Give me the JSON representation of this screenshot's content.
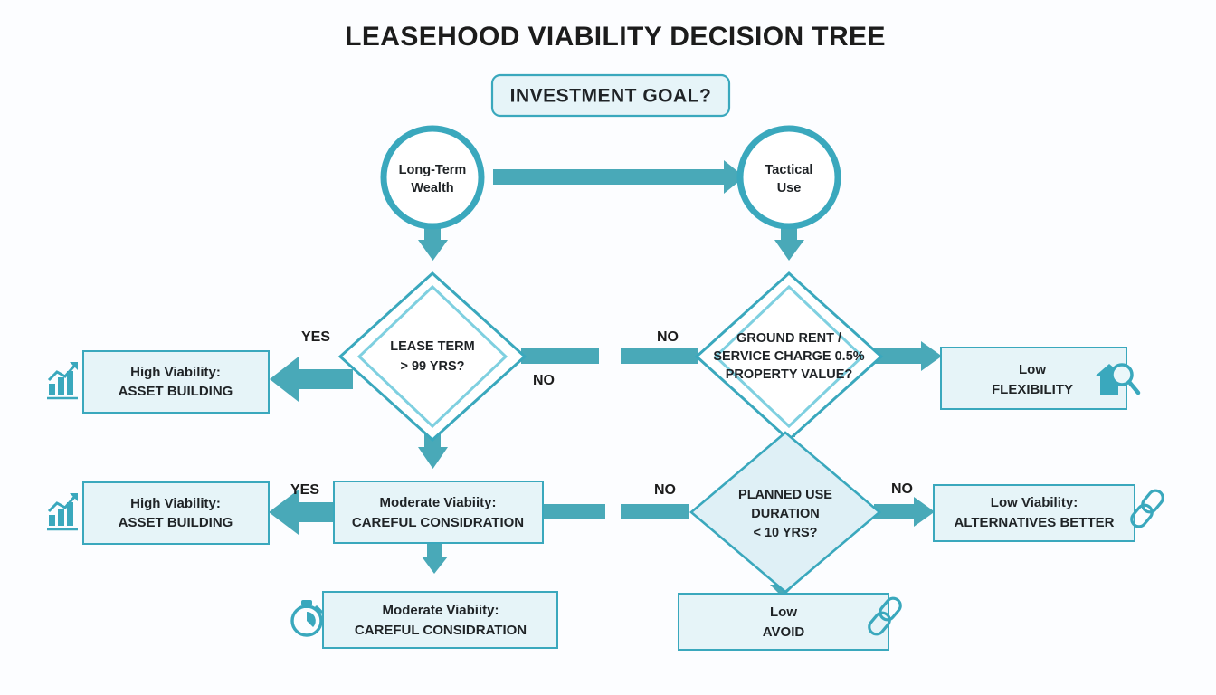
{
  "title": "LEASEHOOD VIABILITY DECISION TREE",
  "colors": {
    "accent": "#3aa8bd",
    "accent_dark": "#2f9aae",
    "arrow": "#49a9b8",
    "node_fill": "#e6f4f8",
    "diamond_fill": "#dff0f6",
    "text": "#1f2326",
    "background": "#fcfdff",
    "icon": "#3aa8bd"
  },
  "root": {
    "label": "INVESTMENT GOAL?"
  },
  "circles": [
    {
      "id": "long-term-wealth",
      "line1": "Long-Term",
      "line2": "Wealth"
    },
    {
      "id": "tactical-use",
      "line1": "Tactical",
      "line2": "Use"
    }
  ],
  "diamonds": [
    {
      "id": "lease-term",
      "lines": [
        "LEASE TERM",
        "> 99 YRS?"
      ],
      "style": "double"
    },
    {
      "id": "ground-rent",
      "lines": [
        "GROUND RENT /",
        "SERVICE CHARGE 0.5%",
        "PROPERTY VALUE?"
      ],
      "style": "double"
    },
    {
      "id": "planned-use-duration",
      "lines": [
        "PLANNED USE",
        "DURATION",
        "< 10 YRS?"
      ],
      "style": "single"
    }
  ],
  "outcomes": [
    {
      "id": "high-viability-asset-building-top",
      "line1": "High Viability:",
      "line2": "ASSET BUILDING",
      "icon": "growth-chart-icon",
      "icon_side": "left"
    },
    {
      "id": "low-flexibility",
      "line1": "Low",
      "line2": "FLEXIBILITY",
      "icon": "house-search-icon",
      "icon_side": "right"
    },
    {
      "id": "high-viability-asset-building-mid",
      "line1": "High Viability:",
      "line2": "ASSET BUILDING",
      "icon": "growth-chart-icon",
      "icon_side": "left"
    },
    {
      "id": "moderate-viability-careful-mid",
      "line1": "Moderate Viabiity:",
      "line2": "CAREFUL CONSIDRATION",
      "icon": "none",
      "icon_side": "none"
    },
    {
      "id": "low-viability-alternatives-better",
      "line1": "Low Viability:",
      "line2": "ALTERNATIVES BETTER",
      "icon": "chain-link-icon",
      "icon_side": "right"
    },
    {
      "id": "moderate-viability-careful-bottom",
      "line1": "Moderate Viabiity:",
      "line2": "CAREFUL CONSIDRATION",
      "icon": "stopwatch-icon",
      "icon_side": "left"
    },
    {
      "id": "low-avoid",
      "line1": "Low",
      "line2": "AVOID",
      "icon": "chain-link-icon",
      "icon_side": "right"
    }
  ],
  "edge_labels": [
    {
      "id": "lease-term-yes",
      "text": "YES"
    },
    {
      "id": "lease-term-no",
      "text": "NO"
    },
    {
      "id": "ground-rent-no-left",
      "text": "NO"
    },
    {
      "id": "moderate-yes",
      "text": "YES"
    },
    {
      "id": "planned-use-no-left",
      "text": "NO"
    },
    {
      "id": "planned-use-no-right",
      "text": "NO"
    }
  ]
}
